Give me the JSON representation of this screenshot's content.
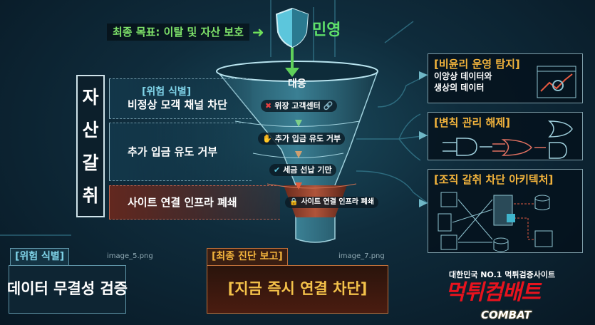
{
  "colors": {
    "goal_green": "#6fe05a",
    "accent_orange": "#f2b33c",
    "danger_red": "#e8131e",
    "cyan": "#7fd3e8"
  },
  "header": {
    "goal": "최종 목표: 이탈 및 자산 보호",
    "target": "민영",
    "icon": "shield-icon"
  },
  "vertical_label": [
    "자",
    "산",
    "갈",
    "취"
  ],
  "left_sections": [
    {
      "tag": "[위험 식별]",
      "text": "비정상 모객 채널 차단"
    },
    {
      "text": "추가 입금 유도 거부"
    },
    {
      "text": "사이트 연결 인프라 폐쇄"
    }
  ],
  "funnel": {
    "title": "대응",
    "stages": [
      {
        "label": "위장 고객센터",
        "icon": "headset-blocked-icon"
      },
      {
        "label": "추가 입금 유도 거부",
        "icon": "stop-hand-icon"
      },
      {
        "label": "세금 선납 기만",
        "icon": "shield-check-icon"
      },
      {
        "label": "사이트 연결 인프라 폐쇄",
        "icon": "server-lock-icon"
      }
    ]
  },
  "right_boxes": [
    {
      "title": "[비윤리 운영 탐지]",
      "lines": [
        "이앙상 데이터와",
        "생상의 데이터"
      ],
      "icon": "data-analysis-icon"
    },
    {
      "title": "[변칙 관리 해제]",
      "icon": "logic-gates-icon"
    },
    {
      "title": "[조직 갈취 차단 아키텍처]",
      "icon": "network-architecture-icon"
    }
  ],
  "bottom_panels": [
    {
      "tab": "[위험 식별]",
      "file": "image_5.png",
      "text": "데이터 무결성 검증"
    },
    {
      "tab": "[최종 진단 보고]",
      "file": "image_7.png",
      "text": "[지금 즉시 연결 차단]"
    }
  ],
  "logo": {
    "subtitle": "대한민국 NO.1 먹튀검증사이트",
    "name": "먹튀컴배트",
    "english": "COMBAT"
  }
}
